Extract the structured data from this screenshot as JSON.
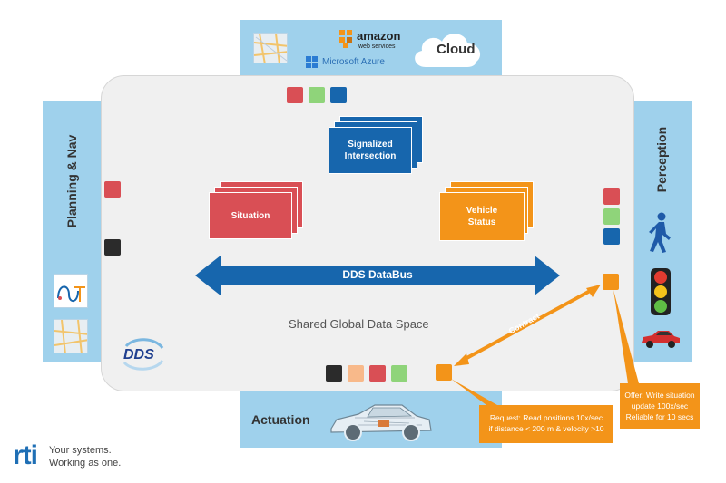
{
  "cloud": {
    "label": "Cloud",
    "aws_line1": "amazon",
    "aws_line2": "web services",
    "azure": "Microsoft Azure"
  },
  "planning": {
    "label": "Planning & Nav"
  },
  "perception": {
    "label": "Perception"
  },
  "actuation": {
    "label": "Actuation"
  },
  "topics": {
    "signalized": "Signalized Intersection",
    "situation": "Situation",
    "vehicle": "Vehicle Status"
  },
  "databus": {
    "label": "DDS DataBus"
  },
  "shared_space": {
    "label": "Shared Global Data Space"
  },
  "dds_logo": {
    "label": "DDS"
  },
  "contract": {
    "label": "Contract"
  },
  "request_note": {
    "line1": "Request: Read positions 10x/sec",
    "line2": "if distance  < 200 m & velocity >10"
  },
  "offer_note": {
    "line1": "Offer: Write situation",
    "line2": "update 100x/sec",
    "line3": "Reliable for 10 secs"
  },
  "rti": {
    "logo": "rti",
    "tagline1": "Your systems.",
    "tagline2": "Working as one."
  },
  "colors": {
    "panel": "#9fd1ec",
    "red": "#d94f55",
    "green": "#8fd47a",
    "blue": "#1766ad",
    "orange": "#f39419",
    "black": "#2b2b2b",
    "peach": "#f8b98a"
  }
}
